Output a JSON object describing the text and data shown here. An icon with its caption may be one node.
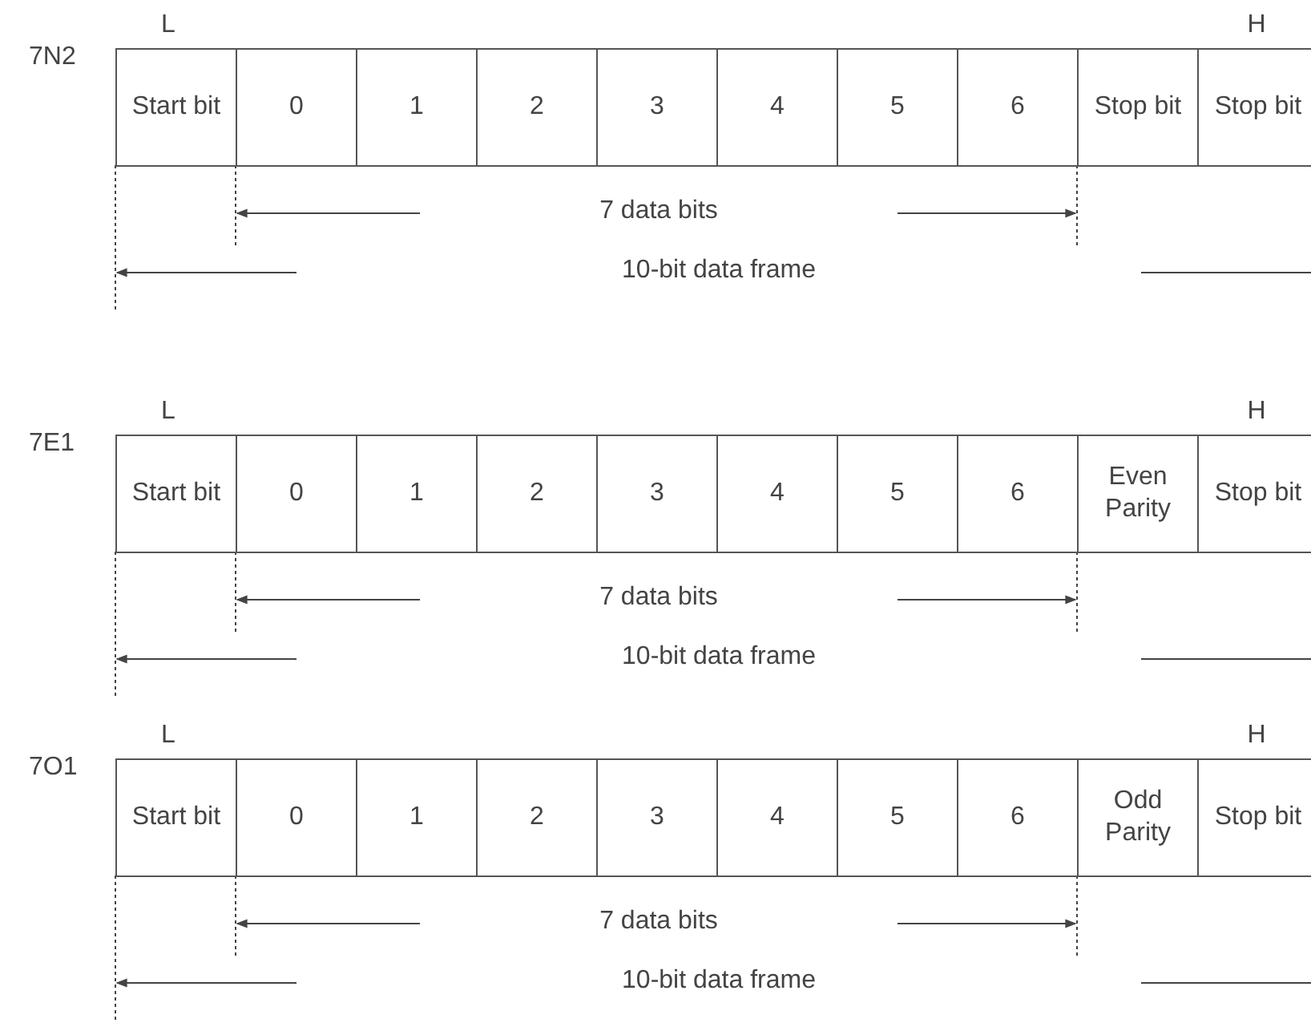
{
  "diagram": {
    "nodes": [
      {
        "text": [
          "Start bit"
        ]
      },
      {
        "text": [
          "0"
        ]
      },
      {
        "text": [
          "1"
        ]
      },
      {
        "text": [
          "2"
        ]
      },
      {
        "text": [
          "3"
        ]
      },
      {
        "text": [
          "4"
        ]
      },
      {
        "text": [
          "5"
        ]
      },
      {
        "text": [
          "6"
        ]
      },
      {
        "text": [
          "Stop bit"
        ]
      },
      {
        "text": [
          "Stop bit"
        ]
      },
      {
        "text": [
          "Start bit"
        ]
      },
      {
        "text": [
          "0"
        ]
      },
      {
        "text": [
          "1"
        ]
      },
      {
        "text": [
          "2"
        ]
      },
      {
        "text": [
          "3"
        ]
      },
      {
        "text": [
          "4"
        ]
      },
      {
        "text": [
          "5"
        ]
      },
      {
        "text": [
          "6"
        ]
      },
      {
        "text": [
          "Even Parity"
        ]
      },
      {
        "text": [
          "Stop bit"
        ]
      },
      {
        "text": [
          "Start bit"
        ]
      },
      {
        "text": [
          "0"
        ]
      },
      {
        "text": [
          "1"
        ]
      },
      {
        "text": [
          "2"
        ]
      },
      {
        "text": [
          "3"
        ]
      },
      {
        "text": [
          "4"
        ]
      },
      {
        "text": [
          "5"
        ]
      },
      {
        "text": [
          "6"
        ]
      },
      {
        "text": [
          "Odd Parity"
        ]
      },
      {
        "text": [
          "Stop bit"
        ]
      }
    ],
    "labels": [
      "L",
      "H",
      "7N2",
      "7 data bits",
      "10-bit data frame",
      "L",
      "H",
      "7E1",
      "7 data bits",
      "10-bit data frame",
      "L",
      "H",
      "7O1",
      "7 data bits",
      "10-bit data frame"
    ]
  }
}
